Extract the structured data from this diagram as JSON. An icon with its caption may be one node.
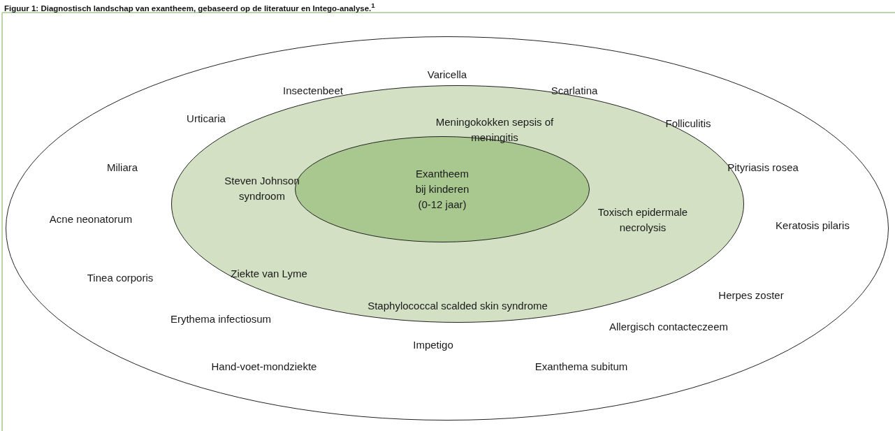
{
  "diagram": {
    "title": "Figuur 1: Diagnostisch landschap van exantheem, gebaseerd op de literatuur en Intego-analyse.$^{1}$",
    "nodes": [
      {
        "text": [
          "Varicella",
          "Insectenbeet",
          "Scarlatina",
          "Urticaria",
          "Folliculitis",
          "Miliara",
          "Pityriasis rosea",
          "Acne neonatorum",
          "Keratosis pilaris",
          "Tinea corporis",
          "Herpes zoster",
          "Erythema infectiosum",
          "Allergisch contacteczeem",
          "Impetigo",
          "Hand-voet-mondziekte",
          "Exanthema subitum"
        ]
      },
      {
        "text": [
          "Meningokokken sepsis of meningitis",
          "Steven Johnson syndroom",
          "Toxisch epidermale necrolysis",
          "Ziekte van Lyme",
          "Staphylococcal scalded skin syndrome"
        ],
        "in": 0
      },
      {
        "text": [
          "Exantheem bij kinderen (0-12 jaar)"
        ],
        "in": 1
      }
    ]
  }
}
